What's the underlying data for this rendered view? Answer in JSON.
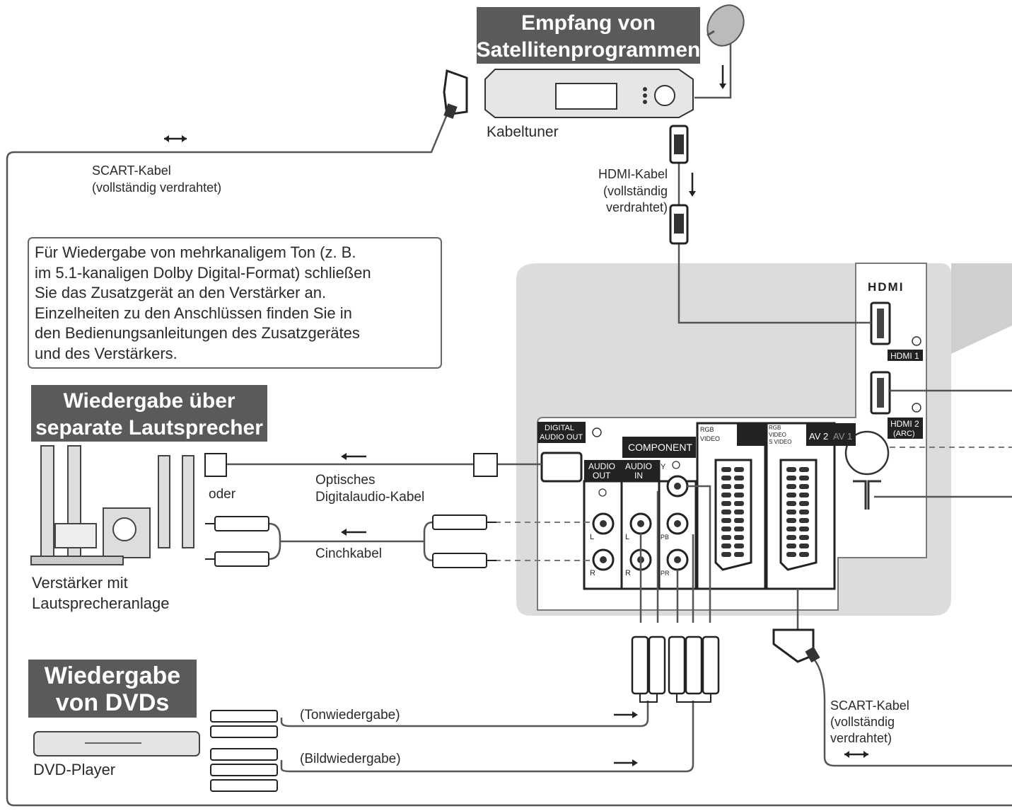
{
  "headers": {
    "satellite": [
      "Empfang von",
      "Satellitenprogrammen"
    ],
    "speakers": [
      "Wiedergabe über",
      "separate Lautsprecher"
    ],
    "dvd": [
      "Wiedergabe",
      "von DVDs"
    ]
  },
  "devices": {
    "cable_tuner": "Kabeltuner",
    "amplifier": [
      "Verstärker mit",
      "Lautsprecheranlage"
    ],
    "dvd_player": "DVD-Player"
  },
  "cables": {
    "scart_top": [
      "SCART-Kabel",
      "(vollständig verdrahtet)"
    ],
    "hdmi": [
      "HDMI-Kabel",
      "(vollständig",
      "verdrahtet)"
    ],
    "oder": "oder",
    "optical": [
      "Optisches",
      "Digitalaudio-Kabel"
    ],
    "cinch": "Cinchkabel",
    "tonwiedergabe": "(Tonwiedergabe)",
    "bildwiedergabe": "(Bildwiedergabe)",
    "scart_bottom": [
      "SCART-Kabel",
      "(vollständig",
      "verdrahtet)"
    ]
  },
  "note": [
    "Für Wiedergabe von mehrkanaligem Ton (z. B.",
    "im 5.1-kanaligen Dolby Digital-Format) schließen",
    "Sie das Zusatzgerät an den Verstärker an.",
    "Einzelheiten zu den Anschlüssen finden Sie in",
    "den Bedienungsanleitungen des Zusatzgerätes",
    "und des Verstärkers."
  ],
  "panel": {
    "hdmi_logo": "HDMI",
    "hdmi1": "HDMI 1",
    "hdmi2": [
      "HDMI 2",
      "(ARC)"
    ],
    "digital_audio_out": [
      "DIGITAL",
      "AUDIO OUT"
    ],
    "component": "COMPONENT",
    "audio_out": [
      "AUDIO",
      "OUT"
    ],
    "audio_in": [
      "AUDIO",
      "IN"
    ],
    "y": "Y",
    "pb": "PB",
    "pr": "PR",
    "l": "L",
    "r": "R",
    "av2_rgb_video": [
      "RGB",
      "VIDEO"
    ],
    "av1_rgb_video": [
      "RGB",
      "VIDEO",
      "S VIDEO"
    ],
    "av2": "AV 2",
    "av1": "AV 1"
  },
  "colors": {
    "header_bg": "#5a5a5a",
    "panel_bg": "#dcdcdc",
    "cable": "#4a4a4a"
  }
}
